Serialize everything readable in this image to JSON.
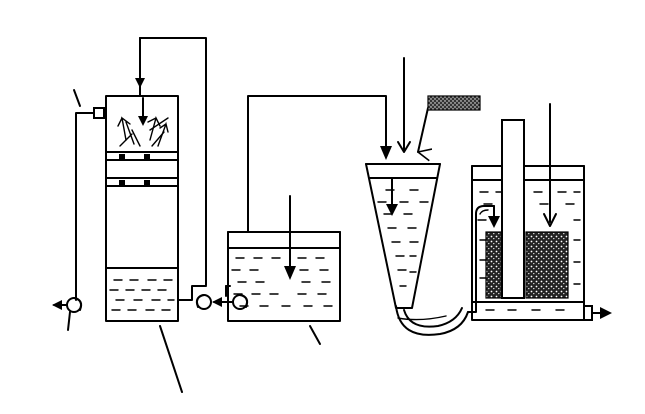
{
  "diagram": {
    "ink_color": "#000000",
    "background_color": "#ffffff",
    "components": [
      "absorption-tower",
      "regeneration-tank",
      "conical-settling-tank",
      "filter-tank",
      "circulation-pump",
      "discharge-pump",
      "outlet-pump"
    ],
    "labels": []
  }
}
